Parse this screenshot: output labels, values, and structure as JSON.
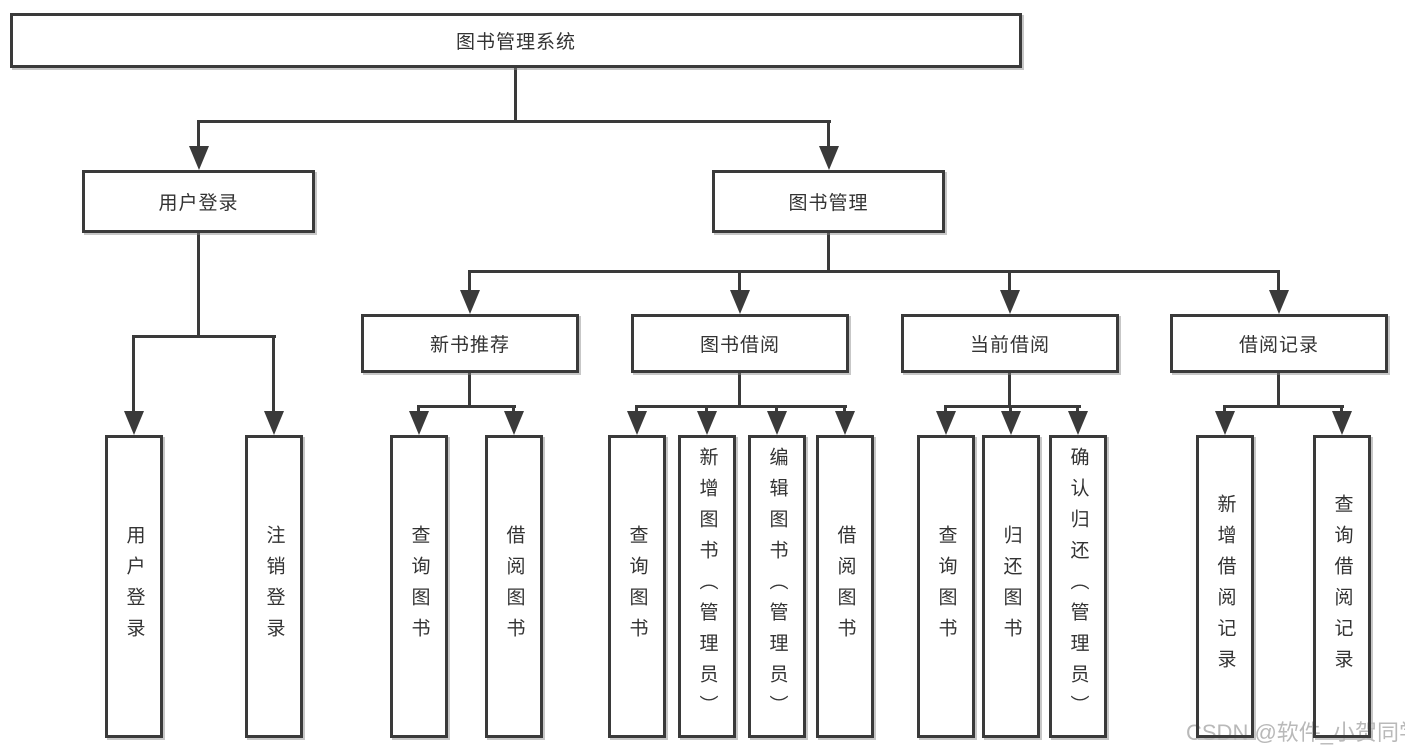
{
  "nodes": {
    "root": "图书管理系统",
    "user_login": "用户登录",
    "book_management": "图书管理",
    "new_book_recommend": "新书推荐",
    "book_borrowing": "图书借阅",
    "current_borrowing": "当前借阅",
    "borrowing_records": "借阅记录"
  },
  "leaves": {
    "user_login": "用户登录",
    "logout": "注销登录",
    "query_books_1": "查询图书",
    "borrow_books_1": "借阅图书",
    "query_books_2": "查询图书",
    "add_books_admin": "新增图书（管理员）",
    "edit_books_admin": "编辑图书（管理员）",
    "borrow_books_2": "借阅图书",
    "query_books_3": "查询图书",
    "return_books": "归还图书",
    "confirm_return_admin": "确认归还（管理员）",
    "add_borrow_record": "新增借阅记录",
    "query_borrow_record": "查询借阅记录"
  },
  "watermark": "CSDN @软件_小贺同学",
  "colors": {
    "line": "#3a3a3a",
    "text": "#333333",
    "watermark": "#b9b9b9",
    "background": "#ffffff"
  }
}
